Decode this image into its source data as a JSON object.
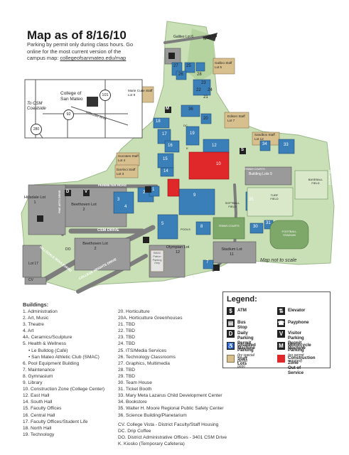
{
  "header": {
    "title": "Map as of 8/16/10",
    "subtitle": "Parking by permit only during class hours. Go online for the most current version of the campus map:",
    "link": "collegeofsanmateo.edu/map"
  },
  "inset": {
    "labels": [
      "To CSM Coastside",
      "College of San Mateo",
      "Hillsdale Blvd"
    ],
    "highway_shields": [
      "101",
      "92",
      "280"
    ]
  },
  "north_label": "NORTH",
  "not_to_scale": "Map not to scale",
  "map_labels": {
    "lots": [
      "Galileo Lot 6",
      "Galileo Staff Lot 5",
      "Marie Curie Staff Lot 9",
      "Edison Staff Lot 7",
      "Sandbox Staff Lot 12",
      "Socrates Staff Lot 4",
      "DaVinci Staff Lot 3",
      "Building Lots 9",
      "Hillsdale Lot 1",
      "Beethoven Lot 2",
      "Beethoven Lot 2",
      "Olympian Lot 12",
      "Stadium Lot 11",
      "Lot 17",
      "SMAC Patron Parking Only"
    ],
    "roads": [
      "PERIMETER ROAD",
      "CSM DRIVE",
      "HILLSDALE BOULEVARD",
      "COLLEGE HEIGHTS DRIVE",
      "FINE ARTS DRIVE",
      "PERIMETER ROAD EAST"
    ],
    "fields": [
      "SOFTBALL FIELD",
      "TURF FIELD",
      "BASEBALL FIELD",
      "FOOTBALL STADIUM",
      "TENNIS COURTS",
      "TENNIS COURTS",
      "POOLS"
    ],
    "buildings": [
      "27",
      "25",
      "26",
      "28",
      "23",
      "22",
      "21",
      "24",
      "36",
      "20",
      "18",
      "17",
      "19",
      "16",
      "12",
      "15",
      "14",
      "10",
      "34",
      "33",
      "35",
      "30",
      "31",
      "2",
      "3",
      "4",
      "1",
      "5",
      "8",
      "9",
      "7",
      "CV",
      "DO",
      "DC",
      "K",
      "V",
      "D",
      "M",
      "S"
    ]
  },
  "buildings": {
    "heading": "Buildings:",
    "col1": [
      "1. Administration",
      "2. Art, Music",
      "3. Theatre",
      "4. Art",
      "4A. Ceramics/Sculpture",
      "5. Health & Wellness",
      "• Le Bulldog (Café)",
      "• San Mateo Athletic Club (SMAC)",
      "6. Pool Equipment Building",
      "7. Maintenance",
      "8. Gymnasium",
      "9. Library",
      "10. Construction Zone (College Center)",
      "12. East Hall",
      "14. South Hall",
      "15. Faculty Offices",
      "16. Central Hall",
      "17. Faculty Offices/Student Life",
      "18. North Hall",
      "19. Technology"
    ],
    "col2": [
      "20. Horticulture",
      "20A. Horticulture Greenhouses",
      "21. TBD",
      "22. TBD",
      "23. TBD",
      "24. TBD",
      "25. ITS/Media Services",
      "26. Technology Classrooms",
      "27. Graphics, Multimedia",
      "28. TBD",
      "29. TBD",
      "30. Team House",
      "31. Ticket Booth",
      "33. Mary Meta Lazarus Child Development Center",
      "34. Bookstore",
      "35. Walter H. Moore Regional Public Safety Center",
      "36. Science Building/Planetarium",
      "",
      "CV. College Vista - District Faculty/Staff Housing",
      "DC. Drip Coffee",
      "DO. District Administrative Offices - 3401 CSM Drive",
      "K. Kiosko (Temporary Cafeteria)"
    ]
  },
  "legend": {
    "title": "Legend:",
    "atm": "ATM",
    "elevator": "Elevator",
    "bus_stop": "Bus Stop",
    "payphone": "Payphone",
    "daily_parking": "Daily Parking",
    "daily_parking_2": "Permit Machine",
    "visitor_parking": "Visitor Parking",
    "visitor_parking_2": "Permit Machine",
    "disabled_parking": "Disabled Parking",
    "disabled_note": "(by special permit only)",
    "motorcycle_parking": "Motorcycle Parking",
    "motorcycle_note": "(no permit required)",
    "staff_lots": "Staff Lots",
    "construction_zone": "Construction Zone",
    "construction_zone_2": "Out of Service",
    "colors": {
      "staff": "#d8c08e",
      "construction": "#e0282a",
      "building": "#3b7fb8",
      "grass": "#c9dfb6",
      "road": "#7d7d7d"
    }
  }
}
